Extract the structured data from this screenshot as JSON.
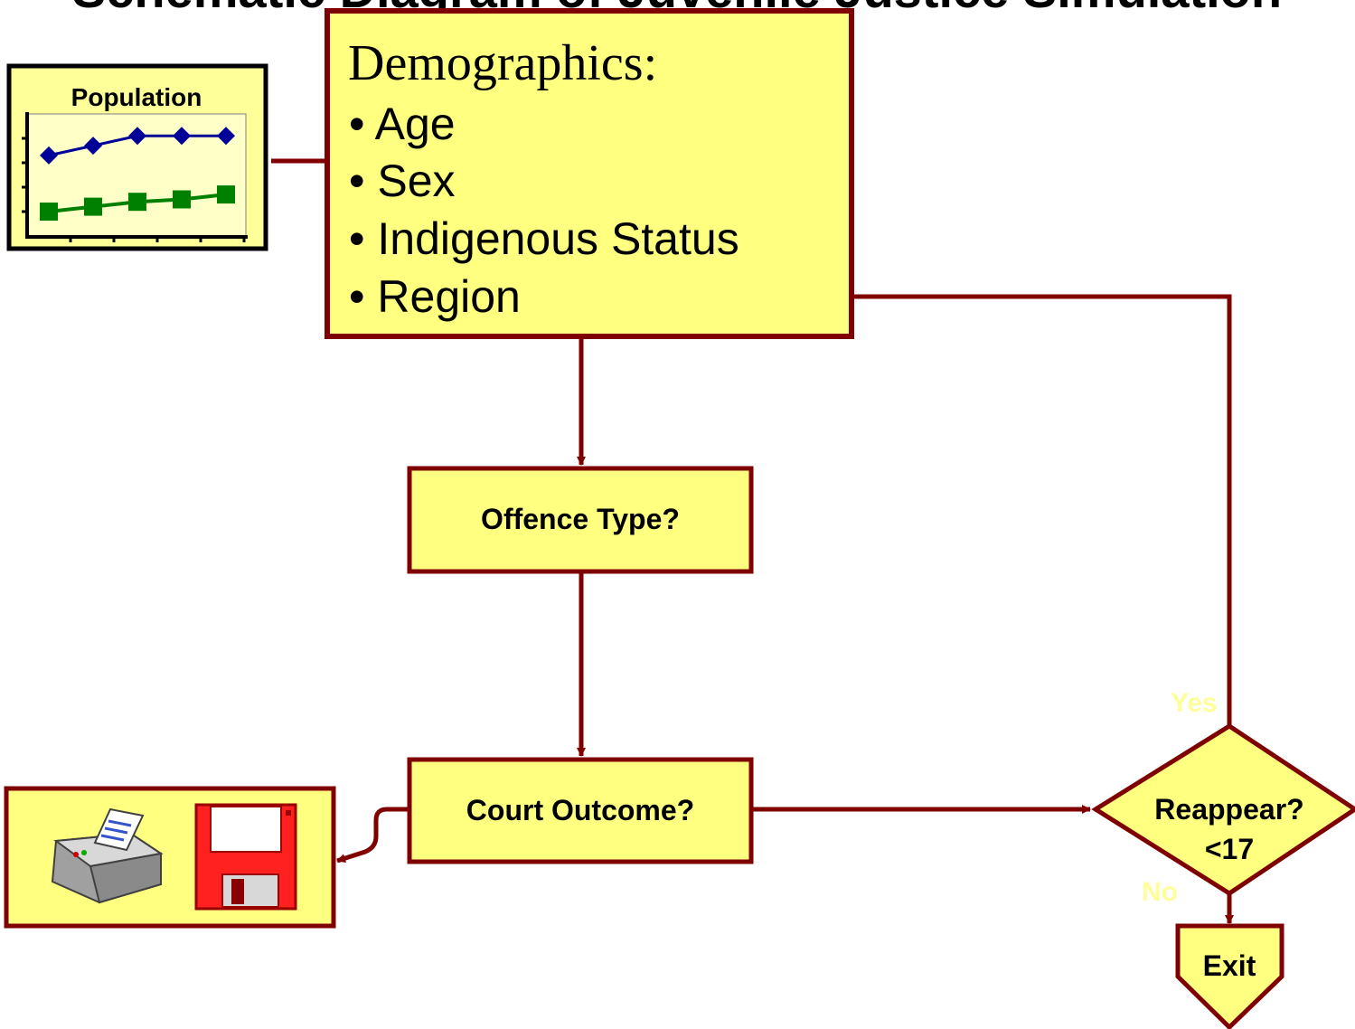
{
  "colors": {
    "box_fill": "#ffff80",
    "border": "#7f0000",
    "flow": "#800000",
    "branch_label": "#ffff99",
    "series_top": "#000099",
    "series_bottom": "#008000"
  },
  "title": "Schematic Diagram of Juvenile Justice Simulation",
  "population_chart": {
    "title": "Population",
    "icon": "line-chart-icon",
    "chart_data": {
      "type": "line",
      "title": "Population",
      "xlabel": "",
      "ylabel": "",
      "x": [
        1,
        2,
        3,
        4,
        5
      ],
      "ylim": [
        0,
        5
      ],
      "series": [
        {
          "marker": "diamond",
          "color": "#000099",
          "values": [
            3.3,
            3.7,
            4.1,
            4.1,
            4.1
          ]
        },
        {
          "marker": "square",
          "color": "#008000",
          "values": [
            1.0,
            1.2,
            1.4,
            1.5,
            1.7
          ]
        }
      ],
      "grid": false,
      "legend": "none"
    }
  },
  "demographics": {
    "heading": "Demographics:",
    "items": [
      "• Age",
      "• Sex",
      "• Indigenous Status",
      "• Region"
    ]
  },
  "offence_box": {
    "label": "Offence Type?"
  },
  "court_box": {
    "label": "Court Outcome?"
  },
  "decision": {
    "line1": "Reappear?",
    "line2": "<17"
  },
  "branches": {
    "yes": "Yes",
    "no": "No"
  },
  "exit_box": {
    "label": "Exit"
  },
  "output_icons": [
    "printer-icon",
    "floppy-disk-icon"
  ]
}
